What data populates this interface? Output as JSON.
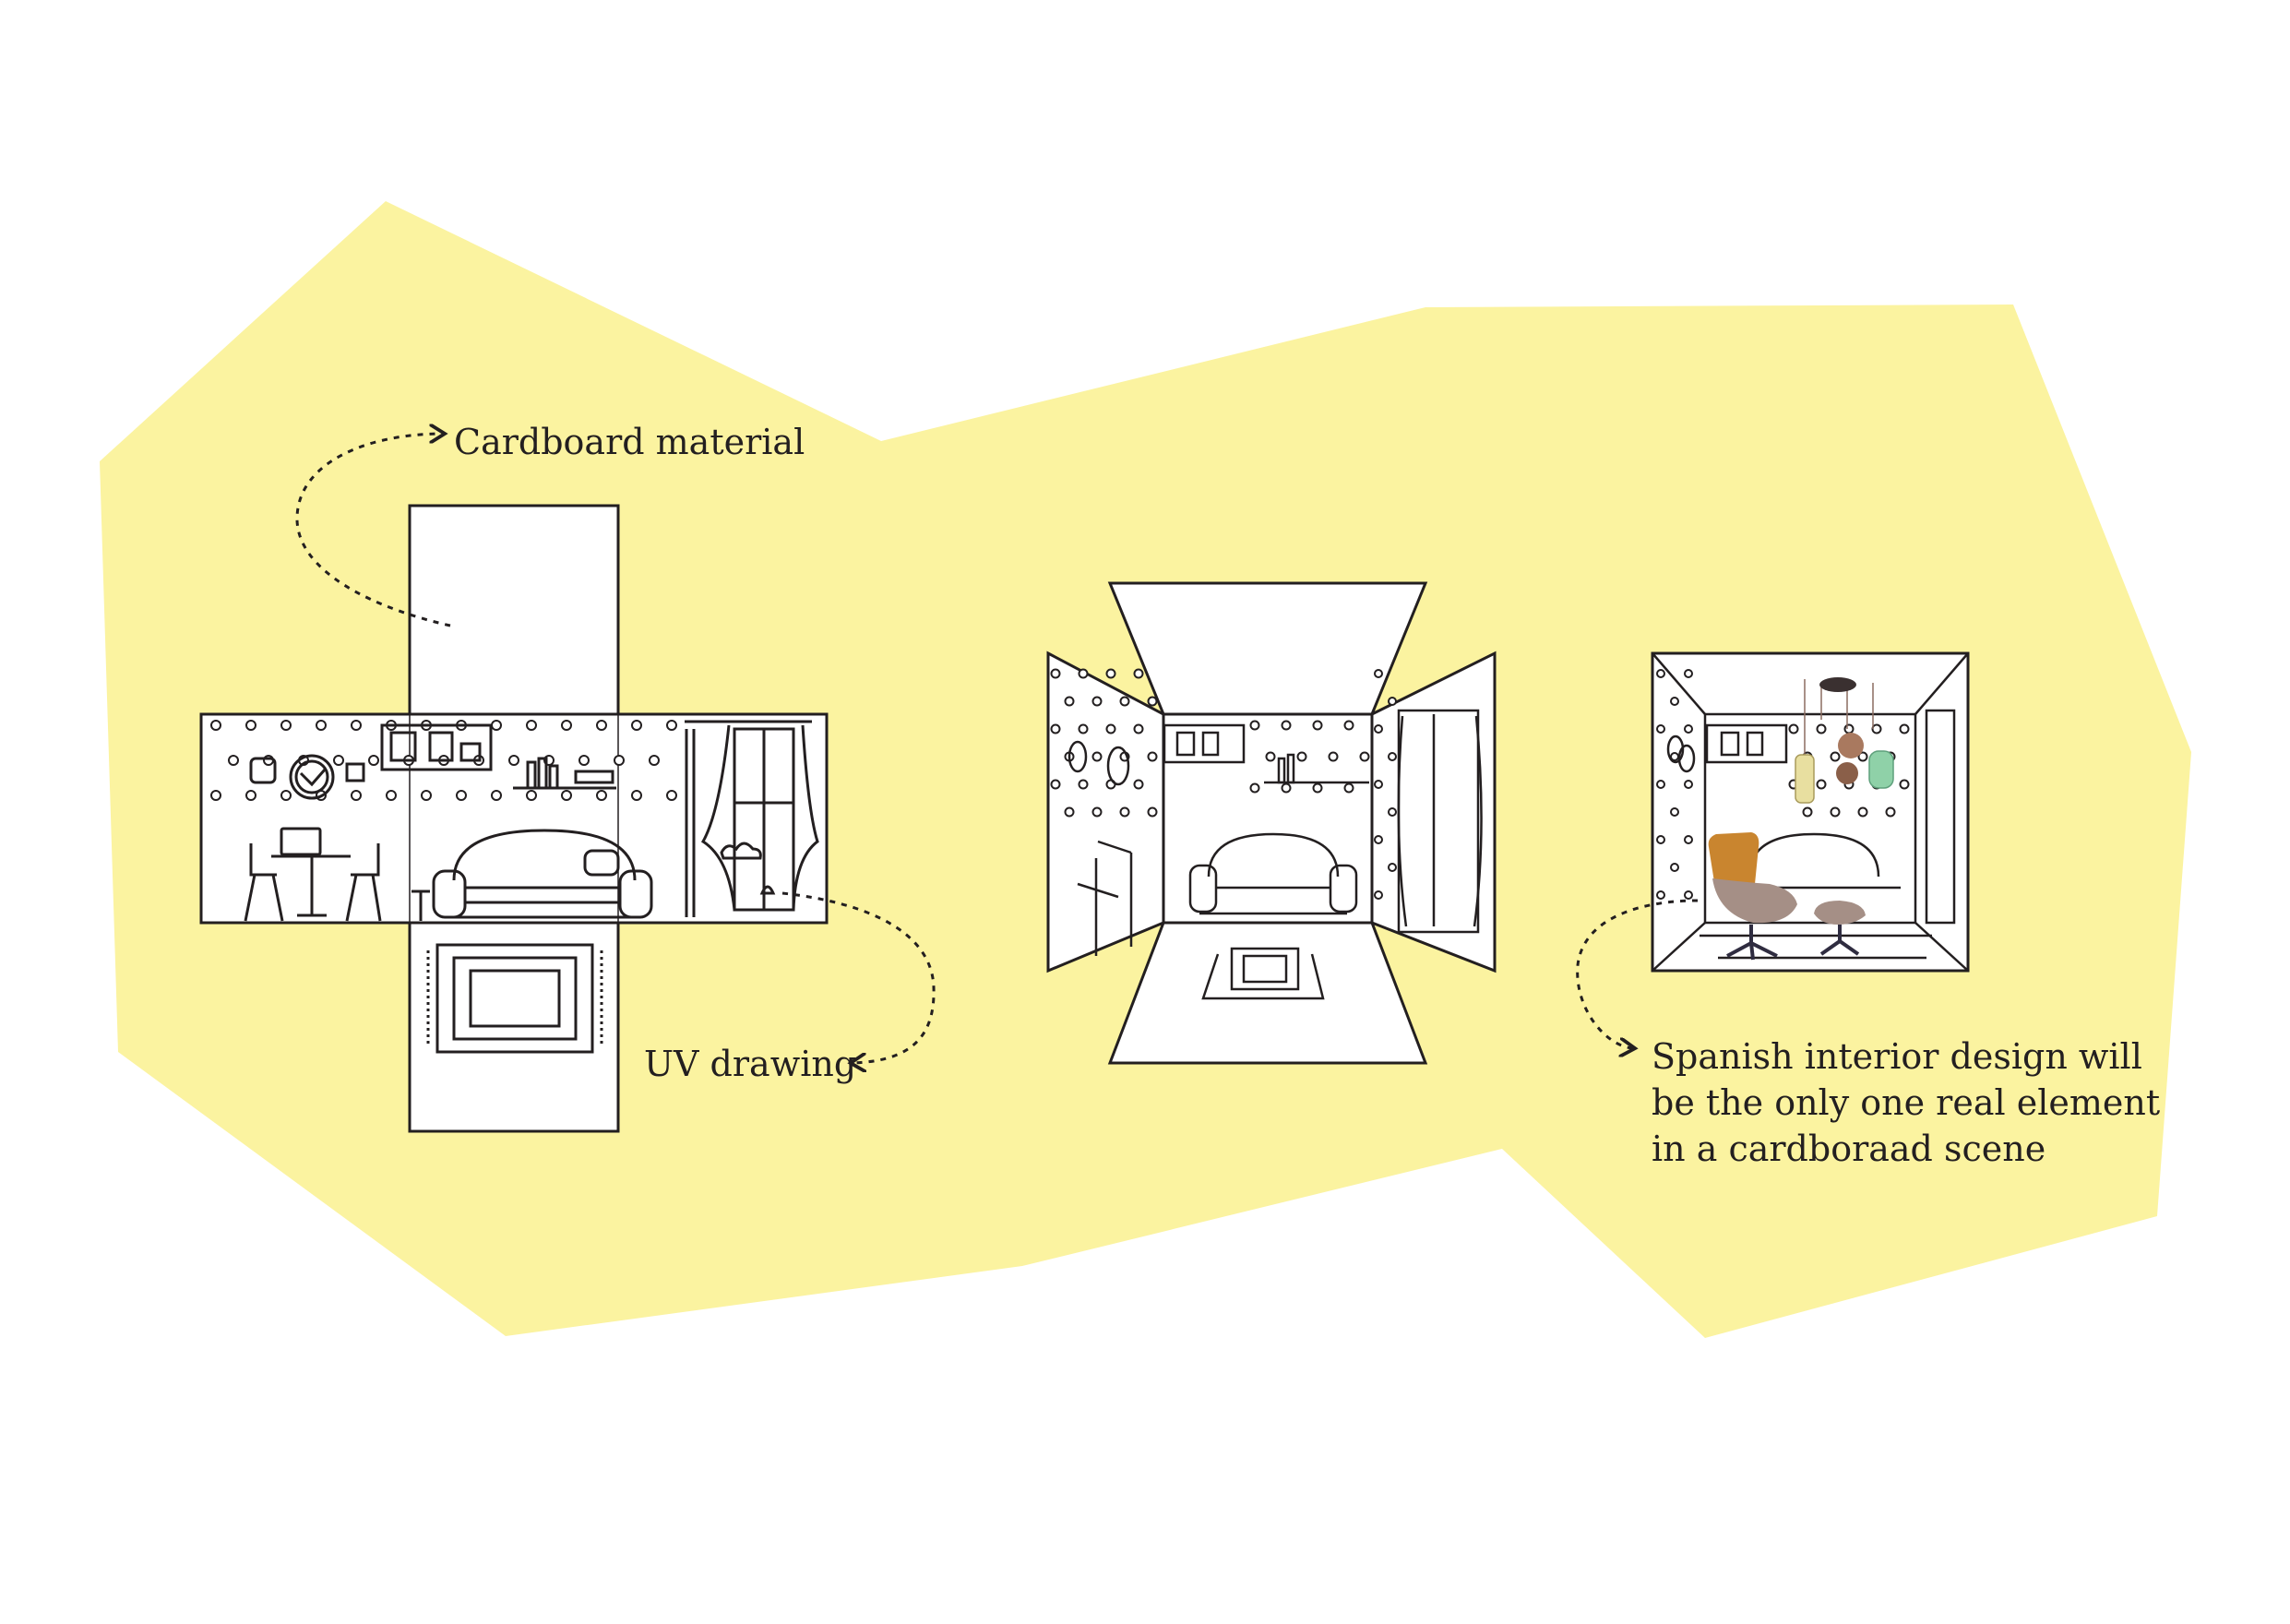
{
  "annotations": {
    "cardboard": "Cardboard material",
    "uv": "UV drawing",
    "spanish": [
      "Spanish interior design will",
      "be the only one real element",
      "in a cardboraad scene"
    ]
  },
  "colors": {
    "background": "#ffffff",
    "blob": "#fbf3a0",
    "ink": "#231f20",
    "paper": "#ffffff",
    "chair": "#c9852f",
    "chair_body": "#a58f86",
    "lamp_green": "#8fd1a8",
    "lamp_yellow": "#e8dfa0",
    "lamp_copper": "#a9795f"
  },
  "icons": [
    "dashed-arrow-icon",
    "clock-icon",
    "sofa-icon",
    "window-icon",
    "rug-icon",
    "chair-icon",
    "lamp-icon"
  ]
}
